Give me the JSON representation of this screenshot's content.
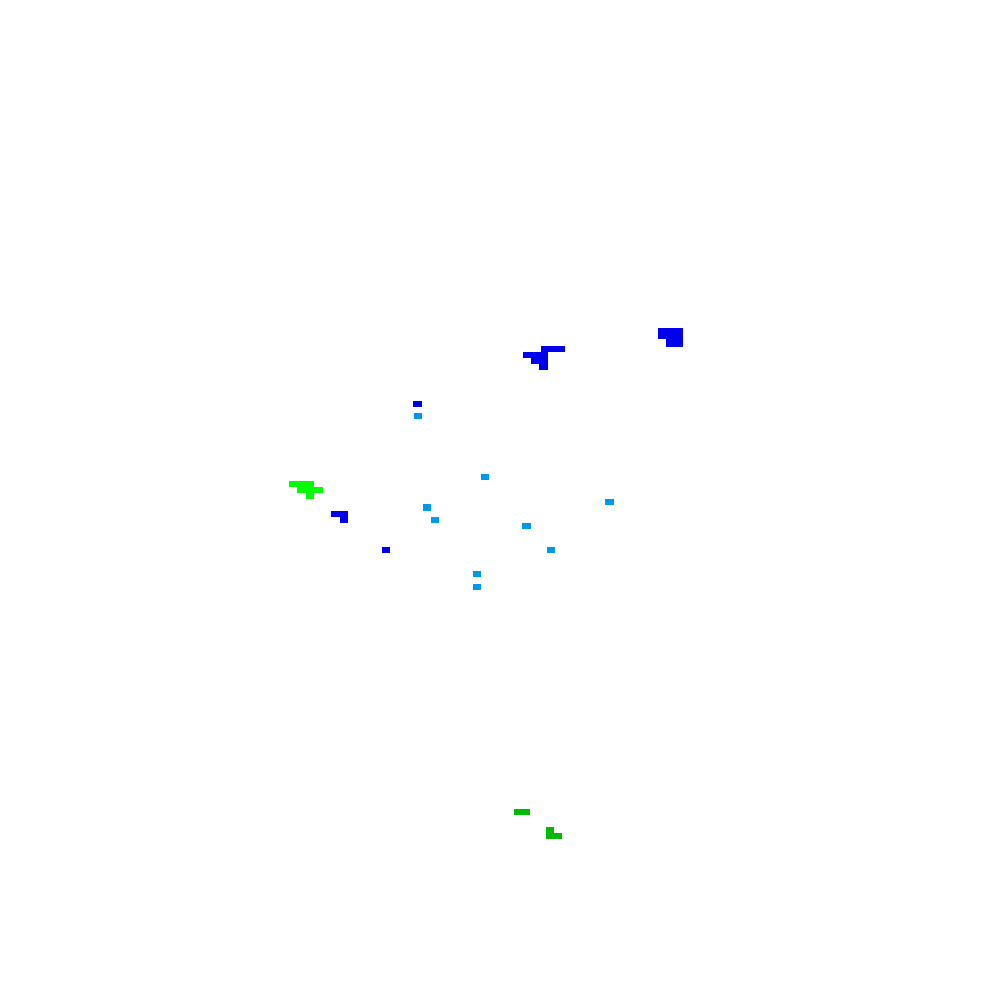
{
  "palette": {
    "background": "#ffffff",
    "dark_blue": "#0000ee",
    "light_blue": "#0099ee",
    "bright_green": "#00ff00",
    "green": "#00bb00"
  },
  "blobs": [
    {
      "name": "dark-blue-blob-top-right",
      "color": "dark_blue"
    },
    {
      "name": "dark-blue-blob-upper-center",
      "color": "dark_blue"
    },
    {
      "name": "dark-blue-dot-upper-left",
      "color": "dark_blue"
    },
    {
      "name": "light-blue-dot-upper-left",
      "color": "light_blue"
    },
    {
      "name": "light-blue-dot-center-top",
      "color": "light_blue"
    },
    {
      "name": "light-blue-dot-right",
      "color": "light_blue"
    },
    {
      "name": "light-blue-dot-center-left-1",
      "color": "light_blue"
    },
    {
      "name": "light-blue-dot-center-left-2",
      "color": "light_blue"
    },
    {
      "name": "light-blue-dot-center",
      "color": "light_blue"
    },
    {
      "name": "light-blue-dot-center-right",
      "color": "light_blue"
    },
    {
      "name": "light-blue-dot-lower-1",
      "color": "light_blue"
    },
    {
      "name": "light-blue-dot-lower-2",
      "color": "light_blue"
    },
    {
      "name": "bright-green-blob-left",
      "color": "bright_green"
    },
    {
      "name": "dark-blue-blob-left",
      "color": "dark_blue"
    },
    {
      "name": "dark-blue-dot-lower-left",
      "color": "dark_blue"
    },
    {
      "name": "green-dash-bottom",
      "color": "green"
    },
    {
      "name": "green-blob-bottom",
      "color": "green"
    }
  ]
}
